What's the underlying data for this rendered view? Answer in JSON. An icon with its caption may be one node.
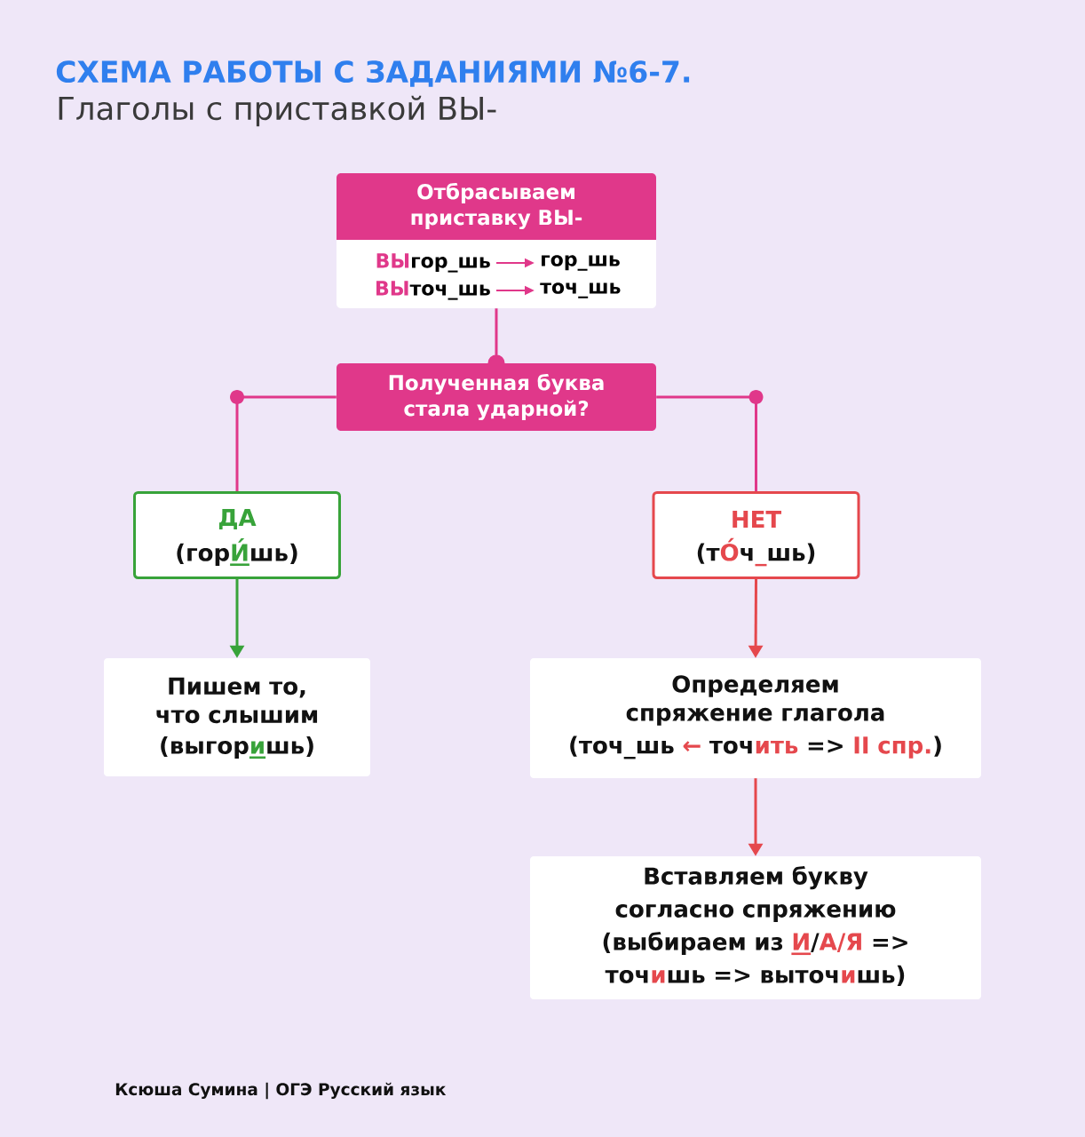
{
  "diagram": {
    "title": "СХЕМА РАБОТЫ С ЗАДАНИЯМИ №6-7.",
    "nodes": [
      {
        "text": [
          "Отбрасываем приставку ВЫ-"
        ]
      },
      {
        "text": [],
        "shape": "box"
      },
      {
        "text": [
          "**ВЫ**гор_шь"
        ],
        "in": 1
      },
      {
        "text": [
          "гор_шь"
        ],
        "in": 1
      },
      {
        "text": [
          "**ВЫ**точ_шь"
        ],
        "in": 1
      },
      {
        "text": [
          "точ_шь"
        ],
        "in": 1
      },
      {
        "text": [
          "Полученная буква стала ударной?"
        ]
      },
      {
        "text": [
          "ДА",
          "(гор**И́**шь)"
        ]
      },
      {
        "text": [
          "НЕТ",
          "(т**О́**ч**_**шь)"
        ]
      },
      {
        "text": [
          "Пишем то, что слышим",
          "(выгор**и**шь)"
        ]
      },
      {
        "text": [
          "Определяем спряжение глагола",
          "(точ_шь **←** точ**ить** => **II спр.**)"
        ]
      },
      {
        "text": [
          "Вставляем букву согласно спряжению",
          "(выбираем из *И*/**А/Я** => точ**и**шь => выточ**и**шь)"
        ]
      }
    ],
    "edges": [
      {
        "from": 2,
        "to": 3,
        "arrow": "to"
      },
      {
        "from": 4,
        "to": 5,
        "arrow": "to"
      },
      {
        "from": 1,
        "to": 6,
        "arrow": "none"
      },
      {
        "from": 6,
        "to": 7,
        "arrow": "none"
      },
      {
        "from": 6,
        "to": 8,
        "arrow": "none"
      },
      {
        "from": 7,
        "to": 9,
        "arrow": "to",
        "color": "#38a33a"
      },
      {
        "from": 8,
        "to": 10,
        "arrow": "to",
        "color": "#e5484d"
      },
      {
        "from": 10,
        "to": 11,
        "arrow": "to",
        "color": "#e5484d"
      }
    ],
    "labels": [
      "Глаголы с приставкой ВЫ-",
      "Ксюша Сумина | ОГЭ Русский язык"
    ]
  }
}
